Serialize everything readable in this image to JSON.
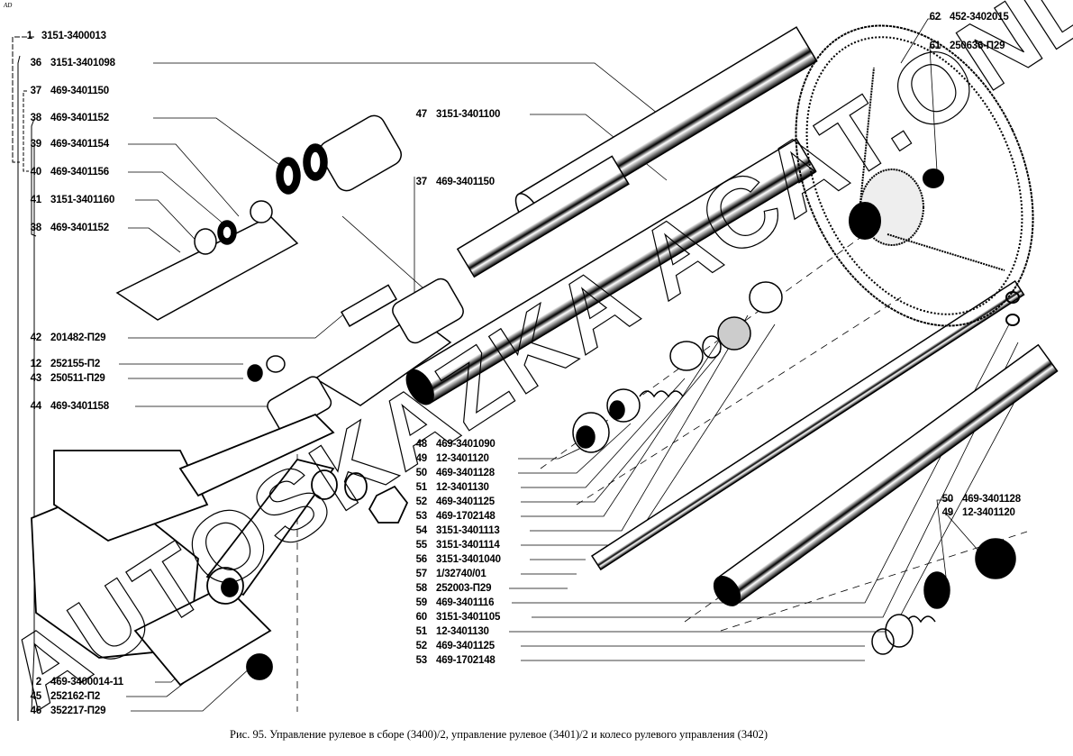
{
  "figure": {
    "corner_mark": "AD",
    "caption": "Рис. 95. Управление рулевое в сборе (3400)/2, управление рулевое (3401)/2 и колесо рулевого управления (3402)",
    "watermark_text": "AUTOSKAZKA ACAT.ONLINE"
  },
  "callouts": [
    {
      "id": "c1",
      "num": "1",
      "code": "3151-3400013"
    },
    {
      "id": "c36",
      "num": "36",
      "code": "3151-3401098"
    },
    {
      "id": "c37a",
      "num": "37",
      "code": "469-3401150"
    },
    {
      "id": "c38a",
      "num": "38",
      "code": "469-3401152"
    },
    {
      "id": "c39",
      "num": "39",
      "code": "469-3401154"
    },
    {
      "id": "c40",
      "num": "40",
      "code": "469-3401156"
    },
    {
      "id": "c41",
      "num": "41",
      "code": "3151-3401160"
    },
    {
      "id": "c38b",
      "num": "38",
      "code": "469-3401152"
    },
    {
      "id": "c42",
      "num": "42",
      "code": "201482-П29"
    },
    {
      "id": "c12",
      "num": "12",
      "code": "252155-П2"
    },
    {
      "id": "c43",
      "num": "43",
      "code": "250511-П29"
    },
    {
      "id": "c44",
      "num": "44",
      "code": "469-3401158"
    },
    {
      "id": "c2",
      "num": "2",
      "code": "469-3400014-11"
    },
    {
      "id": "c45",
      "num": "45",
      "code": "252162-П2"
    },
    {
      "id": "c46",
      "num": "46",
      "code": "352217-П29"
    },
    {
      "id": "c47",
      "num": "47",
      "code": "3151-3401100"
    },
    {
      "id": "c37b",
      "num": "37",
      "code": "469-3401150"
    },
    {
      "id": "c48",
      "num": "48",
      "code": "469-3401090"
    },
    {
      "id": "c49a",
      "num": "49",
      "code": "12-3401120"
    },
    {
      "id": "c50a",
      "num": "50",
      "code": "469-3401128"
    },
    {
      "id": "c51a",
      "num": "51",
      "code": "12-3401130"
    },
    {
      "id": "c52a",
      "num": "52",
      "code": "469-3401125"
    },
    {
      "id": "c53a",
      "num": "53",
      "code": "469-1702148"
    },
    {
      "id": "c54",
      "num": "54",
      "code": "3151-3401113"
    },
    {
      "id": "c55",
      "num": "55",
      "code": "3151-3401114"
    },
    {
      "id": "c56",
      "num": "56",
      "code": "3151-3401040"
    },
    {
      "id": "c57",
      "num": "57",
      "code": "1/32740/01"
    },
    {
      "id": "c58",
      "num": "58",
      "code": "252003-П29"
    },
    {
      "id": "c59",
      "num": "59",
      "code": "469-3401116"
    },
    {
      "id": "c60",
      "num": "60",
      "code": "3151-3401105"
    },
    {
      "id": "c51b",
      "num": "51",
      "code": "12-3401130"
    },
    {
      "id": "c52b",
      "num": "52",
      "code": "469-3401125"
    },
    {
      "id": "c53b",
      "num": "53",
      "code": "469-1702148"
    },
    {
      "id": "c62",
      "num": "62",
      "code": "452-3402015"
    },
    {
      "id": "c61",
      "num": "61",
      "code": "250636-П29"
    },
    {
      "id": "c50b",
      "num": "50",
      "code": "469-3401128"
    },
    {
      "id": "c49b",
      "num": "49",
      "code": "12-3401120"
    }
  ]
}
